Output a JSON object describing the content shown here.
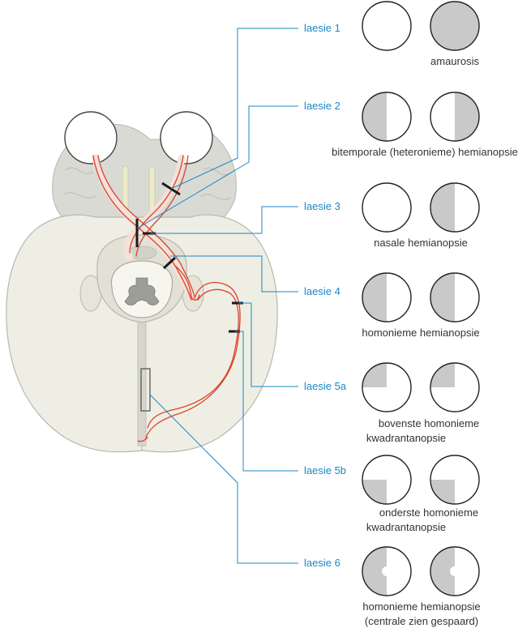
{
  "lesions": [
    {
      "label": "laesie 1"
    },
    {
      "label": "laesie 2"
    },
    {
      "label": "laesie 3"
    },
    {
      "label": "laesie 4"
    },
    {
      "label": "laesie 5a"
    },
    {
      "label": "laesie 5b"
    },
    {
      "label": "laesie 6"
    }
  ],
  "captions": {
    "c1": "amaurosis",
    "c2": "bitemporale (heteronieme) hemianopsie",
    "c3": "nasale hemianopsie",
    "c4": "homonieme hemianopsie",
    "c5a_line1": "bovenste homonieme",
    "c5a_line2": "kwadrantanopsie",
    "c5b_line1": "onderste homonieme",
    "c5b_line2": "kwadrantanopsie",
    "c6_line1": "homonieme  hemianopsie",
    "c6_line2": "(centrale zien gespaard)"
  },
  "colors": {
    "lesion_label": "#1d87c4",
    "leader_line": "#1d87c4",
    "field_loss": "#c9c9c9",
    "nerve": "#d9442e",
    "brain": "#efeee4",
    "brain_outline": "#b8b8ae",
    "frontal": "#dadad5"
  }
}
